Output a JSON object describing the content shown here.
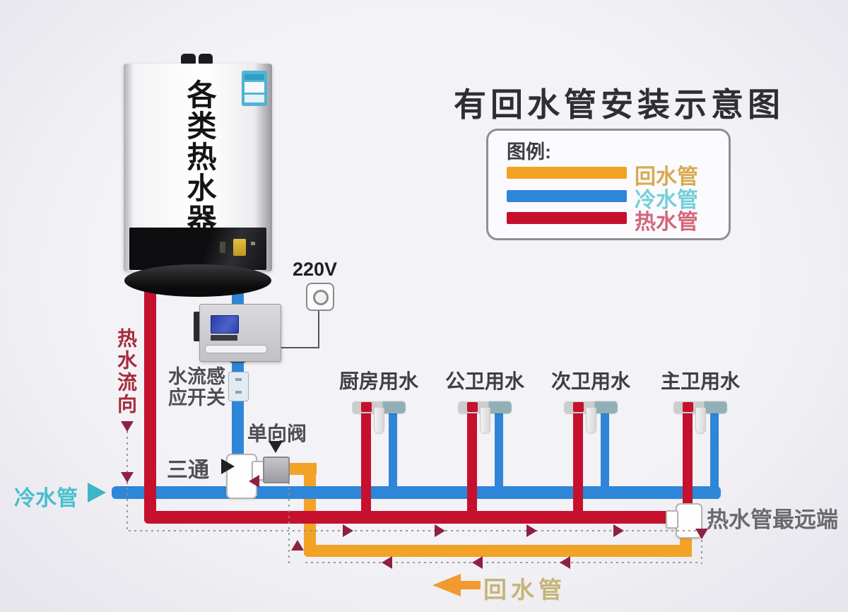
{
  "title": "有回水管安装示意图",
  "legend": {
    "heading": "图例:",
    "items": [
      {
        "label": "回水管",
        "color": "#F2A227",
        "label_color": "#D9A94F"
      },
      {
        "label": "冷水管",
        "color": "#2E86D8",
        "label_color": "#72CFD8"
      },
      {
        "label": "热水管",
        "color": "#C5112E",
        "label_color": "#D3677A"
      }
    ]
  },
  "heater": {
    "name_label": "各类热水器"
  },
  "power": {
    "label": "220V"
  },
  "labels": {
    "flow_switch_line1": "水流感",
    "flow_switch_line2": "应开关",
    "hot_flow_direction": "热水流向",
    "cold_pipe": "冷水管",
    "tee": "三通",
    "check_valve": "单向阀",
    "far_end": "热水管最远端",
    "return_pipe": "回水管"
  },
  "outlets": [
    {
      "label": "厨房用水"
    },
    {
      "label": "公卫用水"
    },
    {
      "label": "次卫用水"
    },
    {
      "label": "主卫用水"
    }
  ],
  "colors": {
    "return_pipe": "#F2A227",
    "cold_pipe": "#2E86D8",
    "hot_pipe": "#C5112E",
    "background": "#EFEDF2"
  }
}
